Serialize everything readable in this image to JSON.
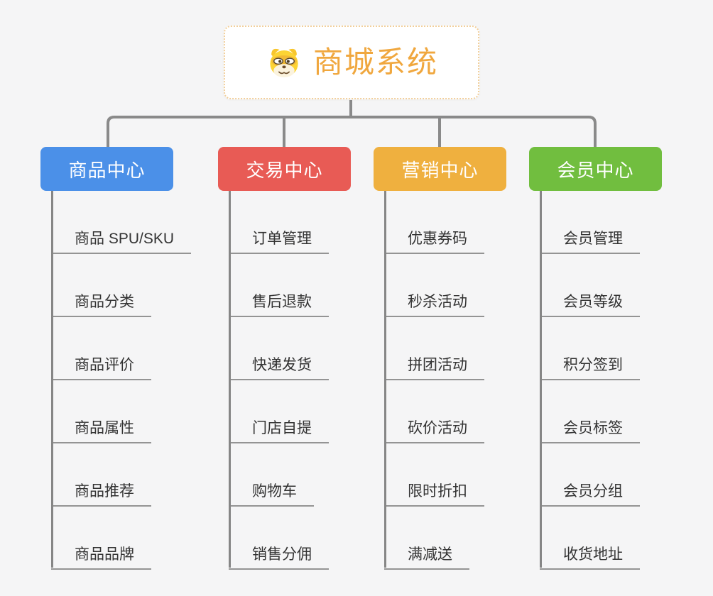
{
  "app": {
    "type": "mind-map",
    "background_color": "#f5f5f6",
    "connector_color": "#8a8a8a"
  },
  "root": {
    "title": "商城系统",
    "icon": "dog-face-icon",
    "text_color": "#f0a73e",
    "border_color": "#f2cf9b"
  },
  "branches": [
    {
      "label": "商品中心",
      "color": "#4b90e8",
      "items": [
        "商品 SPU/SKU",
        "商品分类",
        "商品评价",
        "商品属性",
        "商品推荐",
        "商品品牌"
      ]
    },
    {
      "label": "交易中心",
      "color": "#e85b55",
      "items": [
        "订单管理",
        "售后退款",
        "快递发货",
        "门店自提",
        "购物车",
        "销售分佣"
      ]
    },
    {
      "label": "营销中心",
      "color": "#efb03f",
      "items": [
        "优惠券码",
        "秒杀活动",
        "拼团活动",
        "砍价活动",
        "限时折扣",
        "满减送"
      ]
    },
    {
      "label": "会员中心",
      "color": "#71be3f",
      "items": [
        "会员管理",
        "会员等级",
        "积分签到",
        "会员标签",
        "会员分组",
        "收货地址"
      ]
    }
  ]
}
